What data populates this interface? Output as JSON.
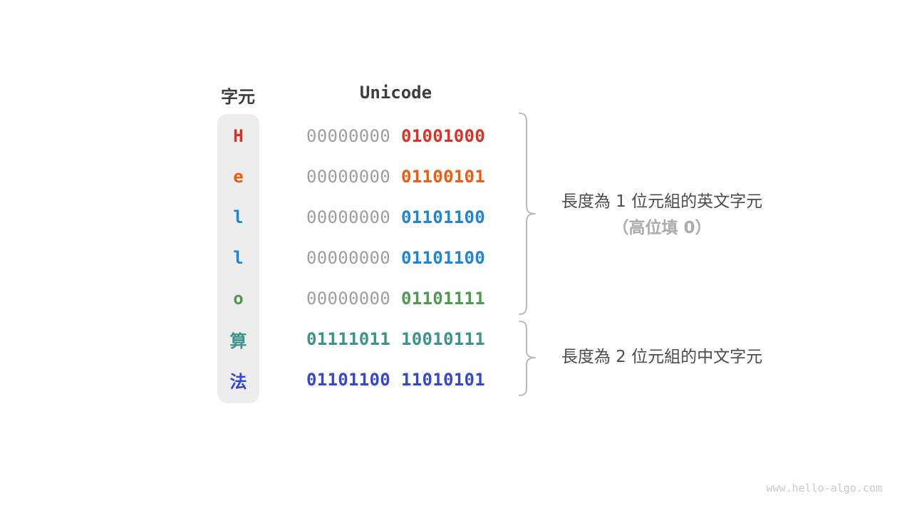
{
  "table": {
    "char_header": "字元",
    "unicode_header": "Unicode",
    "rows": [
      {
        "char": "H",
        "color": "#dd3126",
        "byte_high": "00000000",
        "byte_low": "01001000",
        "high_colored": false
      },
      {
        "char": "e",
        "color": "#f25a0d",
        "byte_high": "00000000",
        "byte_low": "01100101",
        "high_colored": false
      },
      {
        "char": "l",
        "color": "#1d85d8",
        "byte_high": "00000000",
        "byte_low": "01101100",
        "high_colored": false
      },
      {
        "char": "l",
        "color": "#1d85d8",
        "byte_high": "00000000",
        "byte_low": "01101100",
        "high_colored": false
      },
      {
        "char": "o",
        "color": "#4e9b4f",
        "byte_high": "00000000",
        "byte_low": "01101111",
        "high_colored": false
      },
      {
        "char": "算",
        "color": "#3c9489",
        "byte_high": "01111011",
        "byte_low": "10010111",
        "high_colored": true
      },
      {
        "char": "法",
        "color": "#3447d4",
        "byte_high": "01101100",
        "byte_low": "11010101",
        "high_colored": true
      }
    ]
  },
  "annotations": {
    "group_1byte": {
      "line1": "長度為 1 位元組的英文字元",
      "line2": "（高位填 0）"
    },
    "group_2byte": {
      "line1": "長度為 2 位元組的中文字元"
    }
  },
  "watermark": "www.hello-algo.com",
  "colors": {
    "header_text": "#3d3d3d",
    "gray_byte": "#9e9e9e",
    "annotation_text": "#4c4c4c",
    "annotation_muted": "#ababab",
    "brace": "#b9b9b9",
    "char_column_bg": "#ededed",
    "watermark": "#c9c9c9",
    "red": "#dd3126",
    "orange": "#f25a0d",
    "blue": "#1d85d8",
    "green": "#4e9b4f",
    "teal": "#3c9489",
    "indigo": "#3447d4"
  }
}
